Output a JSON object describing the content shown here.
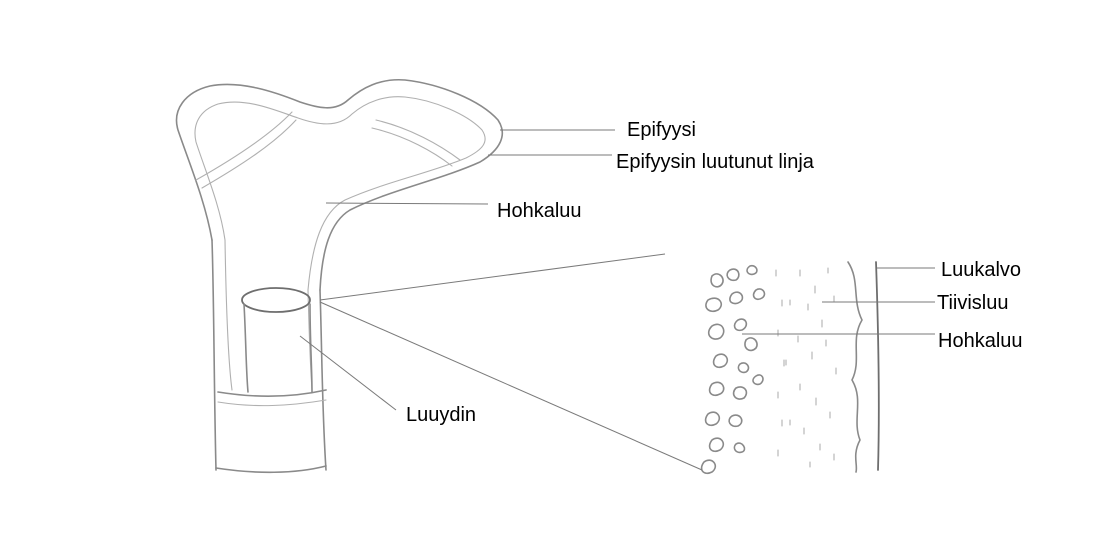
{
  "labels": {
    "epifyysi": "Epifyysi",
    "epifyysin_linja": "Epifyysin luutunut linja",
    "hohkaluu_top": "Hohkaluu",
    "luuydin": "Luuydin",
    "luukalvo": "Luukalvo",
    "tiivisluu": "Tiivisluu",
    "hohkaluu_detail": "Hohkaluu"
  }
}
